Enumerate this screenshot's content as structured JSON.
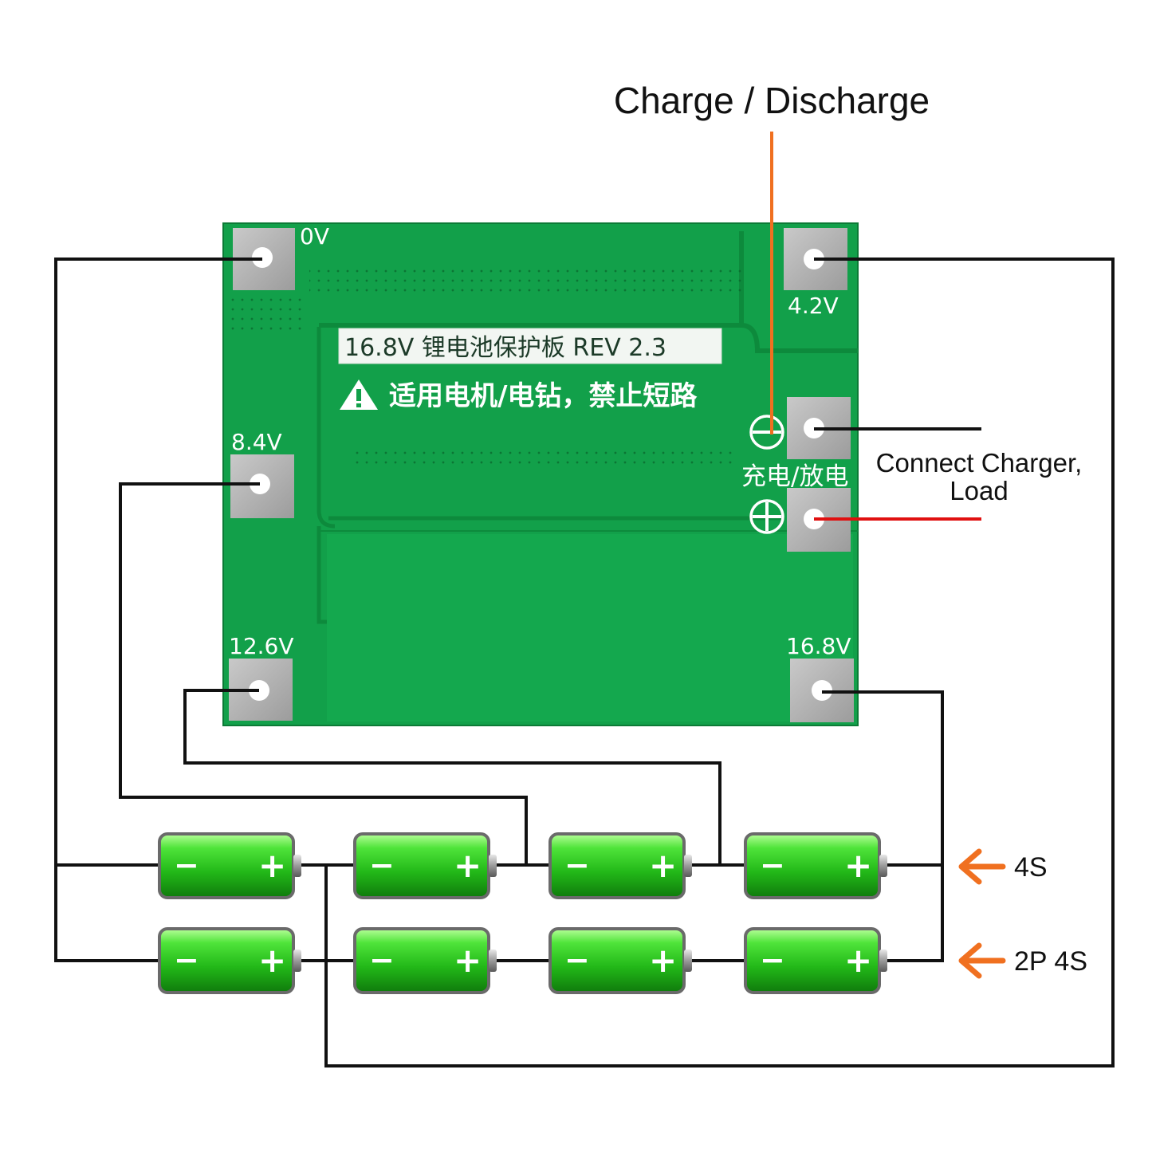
{
  "title": "Charge / Discharge",
  "board": {
    "label_main": "16.8V 锂电池保护板 REV 2.3",
    "warning": "适用电机/电钻，禁止短路",
    "port_label": "充电/放电"
  },
  "pads": {
    "p0": "0V",
    "p42": "4.2V",
    "p84": "8.4V",
    "p126": "12.6V",
    "p168": "16.8V"
  },
  "connect_label": [
    "Connect Charger,",
    "Load"
  ],
  "config": {
    "row1": "4S",
    "row2": "2P 4S"
  },
  "battery": {
    "neg": "−",
    "pos": "+"
  },
  "colors": {
    "pcb": "#12a04a",
    "arrow": "#f07020",
    "positive_wire": "#e01010",
    "charge_line": "#f07020",
    "battery_green": "#3bd42a"
  }
}
